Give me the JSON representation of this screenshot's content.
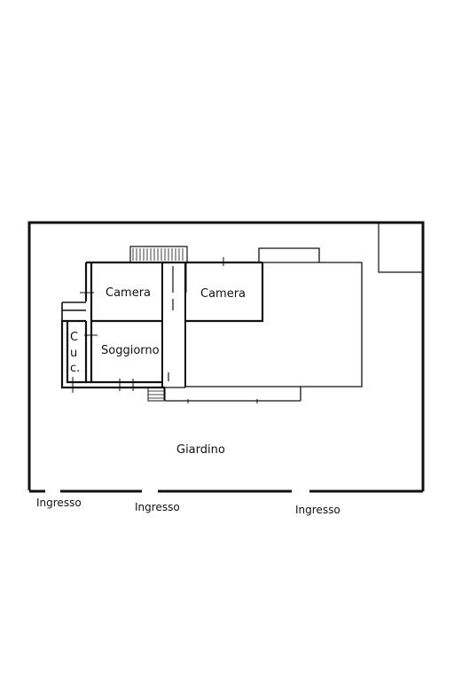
{
  "rooms": {
    "camera_left": "Camera",
    "camera_right": "Camera",
    "soggiorno": "Soggiorno",
    "cucina_c": "C",
    "cucina_u": "u",
    "cucina_c2": "c."
  },
  "garden": "Giardino",
  "entrances": [
    "Ingresso",
    "Ingresso",
    "Ingresso"
  ]
}
